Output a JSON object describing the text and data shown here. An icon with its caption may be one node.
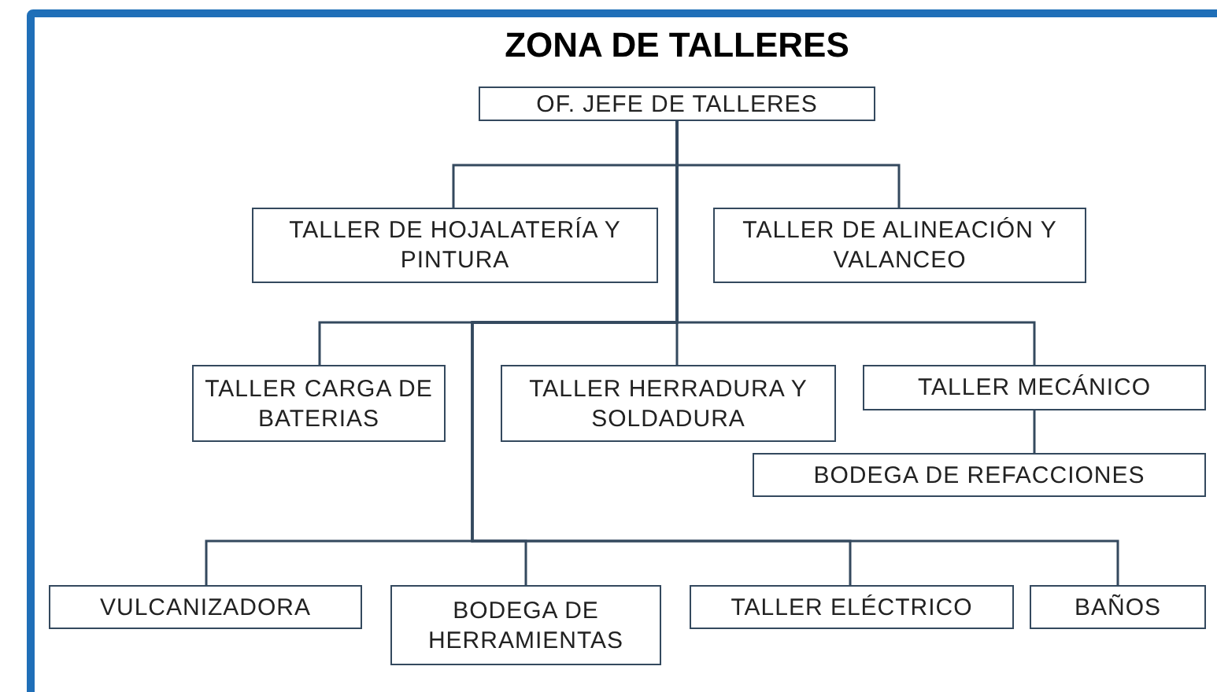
{
  "diagram": {
    "title": "ZONA DE TALLERES",
    "nodes": [
      {
        "text": [
          "OF. JEFE DE TALLERES"
        ]
      },
      {
        "text": [
          "TALLER DE HOJALATERÍA Y PINTURA"
        ]
      },
      {
        "text": [
          "TALLER DE ALINEACIÓN Y VALANCEO"
        ]
      },
      {
        "text": [
          "TALLER CARGA DE BATERIAS"
        ]
      },
      {
        "text": [
          "TALLER HERRADURA Y SOLDADURA"
        ]
      },
      {
        "text": [
          "TALLER MECÁNICO"
        ]
      },
      {
        "text": [
          "BODEGA DE REFACCIONES"
        ]
      },
      {
        "text": [
          "VULCANIZADORA"
        ]
      },
      {
        "text": [
          "BODEGA DE HERRAMIENTAS"
        ]
      },
      {
        "text": [
          "TALLER ELÉCTRICO"
        ]
      },
      {
        "text": [
          "BAÑOS"
        ]
      }
    ],
    "edges": [
      {
        "from": 0,
        "to": 1,
        "arrow": "none"
      },
      {
        "from": 0,
        "to": 2,
        "arrow": "none"
      },
      {
        "from": 0,
        "to": 3,
        "arrow": "none"
      },
      {
        "from": 0,
        "to": 4,
        "arrow": "none"
      },
      {
        "from": 0,
        "to": 5,
        "arrow": "none"
      },
      {
        "from": 5,
        "to": 6,
        "arrow": "none"
      },
      {
        "from": 0,
        "to": 7,
        "arrow": "none"
      },
      {
        "from": 0,
        "to": 8,
        "arrow": "none"
      },
      {
        "from": 0,
        "to": 9,
        "arrow": "none"
      },
      {
        "from": 0,
        "to": 10,
        "arrow": "none"
      }
    ]
  }
}
